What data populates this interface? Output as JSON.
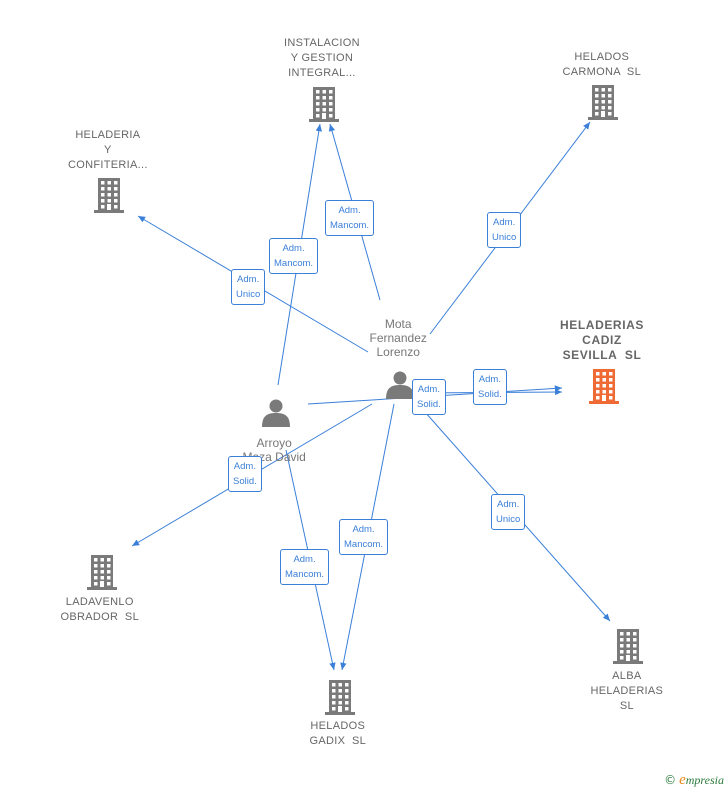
{
  "colors": {
    "edge": "#3a7fd8",
    "building": "#7a7a7a",
    "building_main": "#f06a35",
    "person": "#7a7a7a",
    "label": "#666666"
  },
  "companies": [
    {
      "id": "instalacion",
      "lines": [
        "INSTALACION",
        "Y GESTION",
        "INTEGRAL..."
      ],
      "icon": "building-icon",
      "main": false
    },
    {
      "id": "helados-carmona",
      "lines": [
        "HELADOS",
        "CARMONA  SL"
      ],
      "icon": "building-icon",
      "main": false
    },
    {
      "id": "heladeria-confiteria",
      "lines": [
        "HELADERIA",
        "Y",
        "CONFITERIA..."
      ],
      "icon": "building-icon",
      "main": false
    },
    {
      "id": "heladerias-cadiz",
      "lines": [
        "HELADERIAS",
        "CADIZ",
        "SEVILLA  SL"
      ],
      "icon": "building-icon",
      "main": true
    },
    {
      "id": "ladavenlo",
      "lines": [
        "LADAVENLO",
        "OBRADOR  SL"
      ],
      "icon": "building-icon",
      "main": false
    },
    {
      "id": "helados-gadix",
      "lines": [
        "HELADOS",
        "GADIX  SL"
      ],
      "icon": "building-icon",
      "main": false
    },
    {
      "id": "alba-heladerias",
      "lines": [
        "ALBA",
        "HELADERIAS",
        "SL"
      ],
      "icon": "building-icon",
      "main": false
    }
  ],
  "persons": [
    {
      "id": "mota",
      "lines": [
        "Mota",
        "Fernandez",
        "Lorenzo"
      ],
      "icon": "person-icon"
    },
    {
      "id": "arroyo",
      "lines": [
        "Arroyo",
        "Maza David"
      ],
      "icon": "person-icon"
    }
  ],
  "relations": [
    {
      "id": "r1",
      "from": "mota",
      "to": "instalacion",
      "lines": [
        "Adm.",
        "Mancom."
      ]
    },
    {
      "id": "r2",
      "from": "arroyo",
      "to": "instalacion",
      "lines": [
        "Adm.",
        "Mancom."
      ]
    },
    {
      "id": "r3",
      "from": "mota",
      "to": "helados-carmona",
      "lines": [
        "Adm.",
        "Unico"
      ]
    },
    {
      "id": "r4",
      "from": "mota",
      "to": "heladeria-confiteria",
      "lines": [
        "Adm.",
        "Unico"
      ]
    },
    {
      "id": "r5",
      "from": "mota",
      "to": "heladerias-cadiz",
      "lines": [
        "Adm.",
        "Solid."
      ]
    },
    {
      "id": "r6",
      "from": "arroyo",
      "to": "heladerias-cadiz",
      "lines": [
        "Adm.",
        "Solid."
      ]
    },
    {
      "id": "r7",
      "from": "mota",
      "to": "ladavenlo",
      "lines": [
        "Adm.",
        "Solid."
      ]
    },
    {
      "id": "r8",
      "from": "mota",
      "to": "helados-gadix",
      "lines": [
        "Adm.",
        "Mancom."
      ]
    },
    {
      "id": "r9",
      "from": "arroyo",
      "to": "helados-gadix",
      "lines": [
        "Adm.",
        "Mancom."
      ]
    },
    {
      "id": "r10",
      "from": "mota",
      "to": "alba-heladerias",
      "lines": [
        "Adm.",
        "Unico"
      ]
    }
  ],
  "footer": {
    "copyright": "©",
    "brand_initial": "e",
    "brand_rest": "mpresia"
  }
}
